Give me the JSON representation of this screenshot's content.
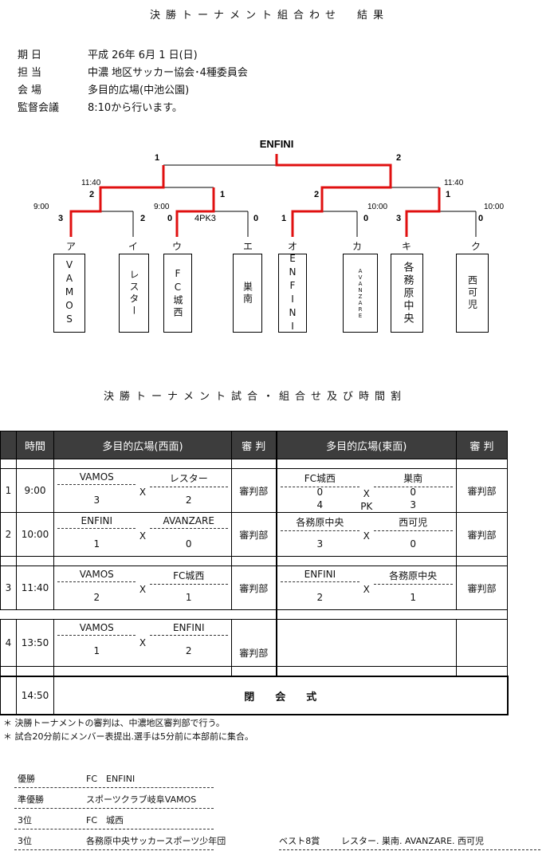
{
  "title": "決勝トーナメント組合わせ　結果",
  "info": [
    {
      "k": "期日",
      "v": "平成 26年 6月 1 日(日)"
    },
    {
      "k": "担当",
      "v": "中濃 地区サッカー協会･4種委員会"
    },
    {
      "k": "会場",
      "v": "多目的広場(中池公園)"
    },
    {
      "k": "監督会議",
      "v": "8:10から行います。"
    }
  ],
  "bracket": {
    "champion": "ENFINI",
    "final": {
      "left": "1",
      "right": "2"
    },
    "semi_left": {
      "time": "11:40",
      "left": "2",
      "right": "1"
    },
    "semi_right": {
      "time": "11:40",
      "left": "2",
      "right": "1"
    },
    "r1": [
      {
        "time": "9:00",
        "left": "3",
        "right": "2"
      },
      {
        "time": "9:00",
        "left": "0",
        "right": "0",
        "pk": "4PK3"
      },
      {
        "time": "10:00",
        "left": "1",
        "right": "0"
      },
      {
        "time": "10:00",
        "left": "3",
        "right": "0"
      }
    ],
    "teams": [
      {
        "slot": "ア",
        "name": "VAMOS"
      },
      {
        "slot": "イ",
        "name": "レスター"
      },
      {
        "slot": "ウ",
        "name": "FC城西"
      },
      {
        "slot": "エ",
        "name": "巣南"
      },
      {
        "slot": "オ",
        "name": "ENFINI"
      },
      {
        "slot": "カ",
        "name": "AVANZARE"
      },
      {
        "slot": "キ",
        "name": "各務原中央"
      },
      {
        "slot": "ク",
        "name": "西可児"
      }
    ],
    "accent": "#e01010"
  },
  "schedule": {
    "title": "決勝トーナメント試合・組合せ及び時間割",
    "headers": [
      "",
      "時間",
      "多目的広場(西面)",
      "審 判",
      "多目的広場(東面)",
      "審 判"
    ],
    "rows": [
      {
        "no": "1",
        "time": "9:00",
        "west": {
          "a": "VAMOS",
          "b": "レスター",
          "sa": "3",
          "sb": "2"
        },
        "wref": "審判部",
        "east": {
          "a": "FC城西",
          "b": "巣南",
          "sa": "0",
          "sb": "0",
          "pka": "4",
          "pkb": "3",
          "pk": "PK"
        },
        "eref": "審判部"
      },
      {
        "no": "2",
        "time": "10:00",
        "west": {
          "a": "ENFINI",
          "b": "AVANZARE",
          "sa": "1",
          "sb": "0"
        },
        "wref": "審判部",
        "east": {
          "a": "各務原中央",
          "b": "西可児",
          "sa": "3",
          "sb": "0"
        },
        "eref": "審判部"
      },
      {
        "no": "3",
        "time": "11:40",
        "west": {
          "a": "VAMOS",
          "b": "FC城西",
          "sa": "2",
          "sb": "1"
        },
        "wref": "審判部",
        "east": {
          "a": "ENFINI",
          "b": "各務原中央",
          "sa": "2",
          "sb": "1"
        },
        "eref": "審判部"
      },
      {
        "no": "4",
        "time": "13:50",
        "west": {
          "a": "VAMOS",
          "b": "ENFINI",
          "sa": "1",
          "sb": "2"
        },
        "wref": "審判部"
      }
    ],
    "x": "X",
    "closing": {
      "time": "14:50",
      "label": "閉　　会　　式"
    },
    "notes": [
      "＊ 決勝トーナメントの審判は、中濃地区審判部で行う。",
      "＊ 試合20分前にメンバー表提出.選手は5分前に本部前に集合。"
    ]
  },
  "results": [
    {
      "k": "優勝",
      "v": "FC　ENFINI"
    },
    {
      "k": "準優勝",
      "v": "スポーツクラブ岐阜VAMOS"
    },
    {
      "k": "3位",
      "v": "FC　城西"
    },
    {
      "k": "3位",
      "v": "各務原中央サッカースポーツ少年団"
    }
  ],
  "best8": {
    "k": "ベスト8賞",
    "v": "レスター. 巣南. AVANZARE. 西可児"
  }
}
